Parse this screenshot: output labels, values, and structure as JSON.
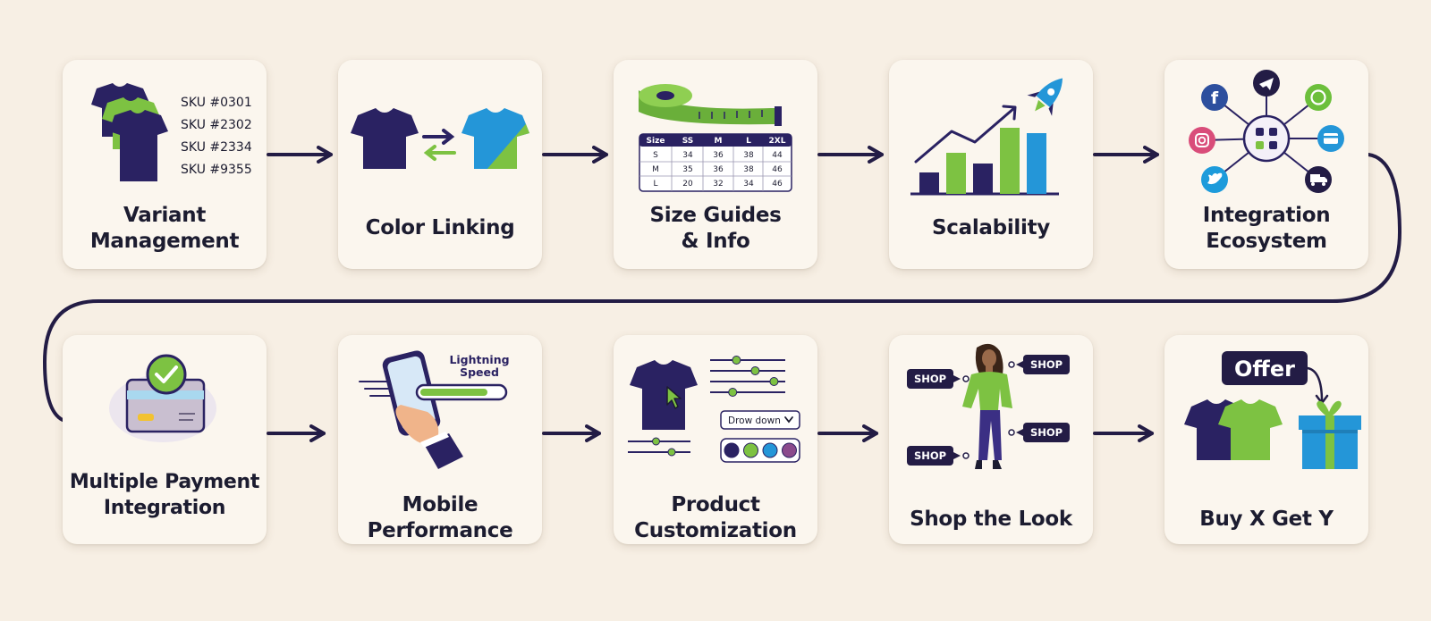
{
  "colors": {
    "navy": "#2a2262",
    "green": "#7dc242",
    "blue": "#2496d8",
    "background": "#f7efe4",
    "card": "#fbf6ee",
    "text": "#1c1c30"
  },
  "steps": [
    {
      "id": "variant-management",
      "title_lines": [
        "Variant",
        "Management"
      ],
      "skus": [
        "SKU #0301",
        "SKU #2302",
        "SKU #2334",
        "SKU #9355"
      ],
      "icons": [
        "tshirt-stack-icon"
      ]
    },
    {
      "id": "color-linking",
      "title_lines": [
        "Color Linking"
      ],
      "icons": [
        "navy-tshirt-icon",
        "swap-arrows-icon",
        "blue-green-tshirt-icon"
      ]
    },
    {
      "id": "size-guides",
      "title_lines": [
        "Size Guides",
        "& Info"
      ],
      "icons": [
        "measuring-tape-icon"
      ],
      "size_table": {
        "headers": [
          "Size",
          "SS",
          "M",
          "L",
          "2XL"
        ],
        "rows": [
          [
            "S",
            "34",
            "36",
            "38",
            "44"
          ],
          [
            "M",
            "35",
            "36",
            "38",
            "46"
          ],
          [
            "L",
            "20",
            "32",
            "34",
            "46"
          ]
        ]
      }
    },
    {
      "id": "scalability",
      "title_lines": [
        "Scalability"
      ],
      "icons": [
        "bar-chart-icon",
        "trend-arrow-icon",
        "rocket-icon"
      ]
    },
    {
      "id": "integration-ecosystem",
      "title_lines": [
        "Integration",
        "Ecosystem"
      ],
      "icons": [
        "facebook-icon",
        "telegram-icon",
        "whatsapp-icon",
        "instagram-icon",
        "hub-icon",
        "card-icon",
        "twitter-icon",
        "truck-icon"
      ]
    },
    {
      "id": "multiple-payment",
      "title_lines": [
        "Multiple Payment",
        "Integration"
      ],
      "icons": [
        "credit-card-icon",
        "checkmark-icon"
      ]
    },
    {
      "id": "mobile-performance",
      "title_lines": [
        "Mobile",
        "Performance"
      ],
      "speed_label_lines": [
        "Lightning",
        "Speed"
      ],
      "speed_progress": 0.82,
      "icons": [
        "hand-phone-icon",
        "speed-lines-icon",
        "progress-bar-icon"
      ]
    },
    {
      "id": "product-customization",
      "title_lines": [
        "Product",
        "Customization"
      ],
      "dropdown_label": "Drow down",
      "slider_levels": [
        0.35,
        0.6,
        0.85,
        0.3
      ],
      "small_slider_levels": [
        0.45,
        0.7
      ],
      "swatches": [
        "#2a2262",
        "#7dc242",
        "#2496d8",
        "#8b4a8c"
      ],
      "icons": [
        "navy-tshirt-icon",
        "cursor-icon",
        "chevron-down-icon"
      ]
    },
    {
      "id": "shop-the-look",
      "title_lines": [
        "Shop the Look"
      ],
      "shop_tag": "SHOP",
      "icons": [
        "model-figure-icon"
      ]
    },
    {
      "id": "buy-x-get-y",
      "title_lines": [
        "Buy X Get Y"
      ],
      "offer_label": "Offer",
      "icons": [
        "navy-tshirt-icon",
        "green-tshirt-icon",
        "gift-box-icon",
        "curved-arrow-icon"
      ]
    }
  ]
}
